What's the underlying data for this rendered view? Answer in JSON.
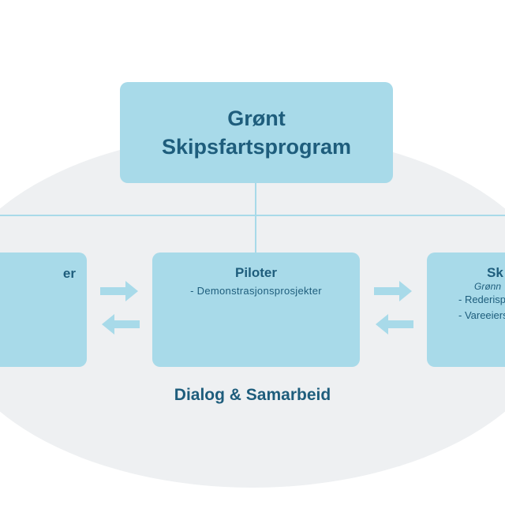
{
  "colors": {
    "box_fill": "#a8dae9",
    "text": "#1e5d7c",
    "ellipse": "#eef0f2",
    "connector": "#a8dae9"
  },
  "top_box": {
    "line1": "Grønt",
    "line2": "Skipsfartsprogram"
  },
  "left_box": {
    "title_fragment": "er"
  },
  "middle_box": {
    "title": "Piloter",
    "item": "- Demonstrasjonsprosjekter"
  },
  "right_box": {
    "title_fragment": "Sk",
    "subtitle_fragment": "Grønn",
    "items": [
      "- Rederisp",
      "- Vareeiers"
    ]
  },
  "footer": {
    "label": "Dialog & Samarbeid"
  },
  "arrows": [
    {
      "direction": "right",
      "icon": "arrow-right-icon"
    },
    {
      "direction": "left",
      "icon": "arrow-left-icon"
    },
    {
      "direction": "right",
      "icon": "arrow-right-icon"
    },
    {
      "direction": "left",
      "icon": "arrow-left-icon"
    }
  ]
}
